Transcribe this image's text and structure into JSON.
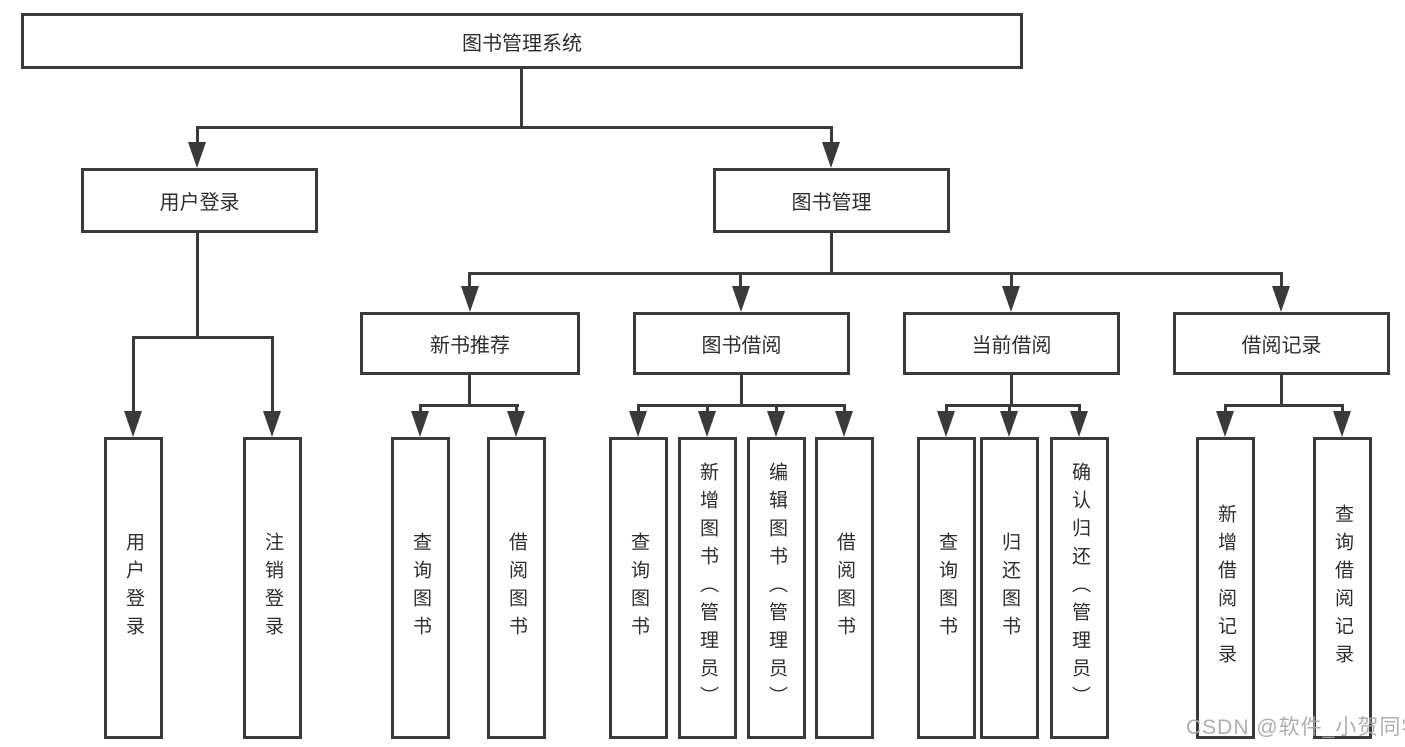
{
  "diagram": {
    "type": "hierarchy-flowchart",
    "colors": {
      "line": "#3a3a3a",
      "text": "#2e2e2e",
      "background": "#ffffff",
      "watermark": "#a8a8a8"
    }
  },
  "tree": {
    "label": "图书管理系统",
    "children": [
      {
        "label": "用户登录",
        "children": [
          {
            "label": "用户登录"
          },
          {
            "label": "注销登录"
          }
        ]
      },
      {
        "label": "图书管理",
        "children": [
          {
            "label": "新书推荐",
            "children": [
              {
                "label": "查询图书"
              },
              {
                "label": "借阅图书"
              }
            ]
          },
          {
            "label": "图书借阅",
            "children": [
              {
                "label": "查询图书"
              },
              {
                "label": "新增图书（管理员）"
              },
              {
                "label": "编辑图书（管理员）"
              },
              {
                "label": "借阅图书"
              }
            ]
          },
          {
            "label": "当前借阅",
            "children": [
              {
                "label": "查询图书"
              },
              {
                "label": "归还图书"
              },
              {
                "label": "确认归还（管理员）"
              }
            ]
          },
          {
            "label": "借阅记录",
            "children": [
              {
                "label": "新增借阅记录"
              },
              {
                "label": "查询借阅记录"
              }
            ]
          }
        ]
      }
    ]
  },
  "watermark": {
    "text": "CSDN @软件_小贺同学"
  }
}
